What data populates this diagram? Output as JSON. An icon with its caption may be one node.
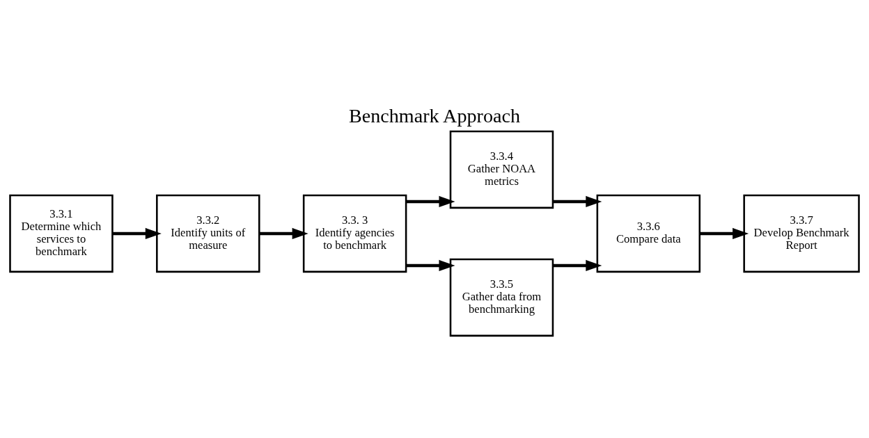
{
  "diagram": {
    "title": "Benchmark Approach",
    "nodes": [
      {
        "text": [
          "3.3.1",
          "Determine which services to benchmark"
        ]
      },
      {
        "text": [
          "3.3.2",
          "Identify units of measure"
        ]
      },
      {
        "text": [
          "3.3. 3",
          "Identify agencies to benchmark"
        ]
      },
      {
        "text": [
          "3.3.4",
          "Gather NOAA metrics"
        ]
      },
      {
        "text": [
          "3.3.5",
          "Gather data from benchmarking"
        ]
      },
      {
        "text": [
          "3.3.6",
          "Compare data"
        ]
      },
      {
        "text": [
          "3.3.7",
          "Develop Benchmark Report"
        ]
      }
    ],
    "edges": [
      {
        "from": 0,
        "to": 1,
        "arrow": "to"
      },
      {
        "from": 1,
        "to": 2,
        "arrow": "to"
      },
      {
        "from": 2,
        "to": 3,
        "arrow": "to"
      },
      {
        "from": 2,
        "to": 4,
        "arrow": "to"
      },
      {
        "from": 3,
        "to": 5,
        "arrow": "to"
      },
      {
        "from": 4,
        "to": 5,
        "arrow": "to"
      },
      {
        "from": 5,
        "to": 6,
        "arrow": "to"
      }
    ]
  }
}
